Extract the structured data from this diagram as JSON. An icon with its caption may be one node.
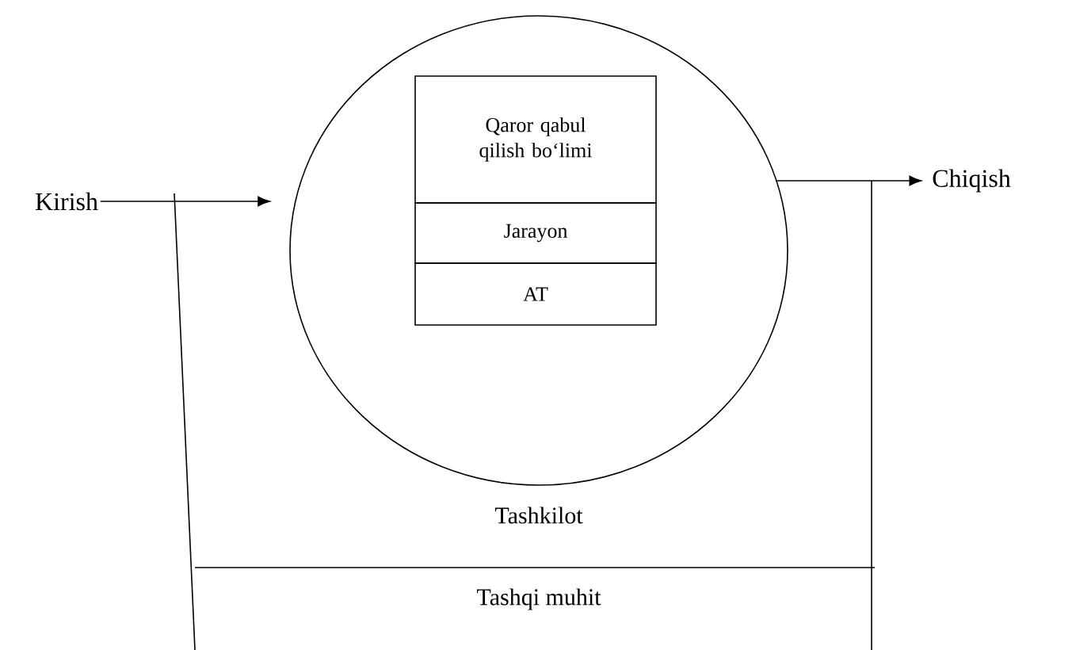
{
  "diagram": {
    "nodes": [
      {
        "text": [
          "Kirish"
        ]
      },
      {
        "text": [],
        "shape": "circle"
      },
      {
        "text": [
          "Qaror qabul qilish bo‘limi"
        ],
        "in": 1
      },
      {
        "text": [
          "Jarayon"
        ],
        "in": 1
      },
      {
        "text": [
          "AT"
        ],
        "in": 1
      },
      {
        "text": [
          "Chiqish"
        ]
      }
    ],
    "edges": [
      {
        "from": 0,
        "to": 1,
        "arrow": "to"
      },
      {
        "from": 1,
        "to": 5,
        "arrow": "to"
      }
    ],
    "labels": [
      "Tashkilot",
      "Tashqi muhit"
    ]
  }
}
